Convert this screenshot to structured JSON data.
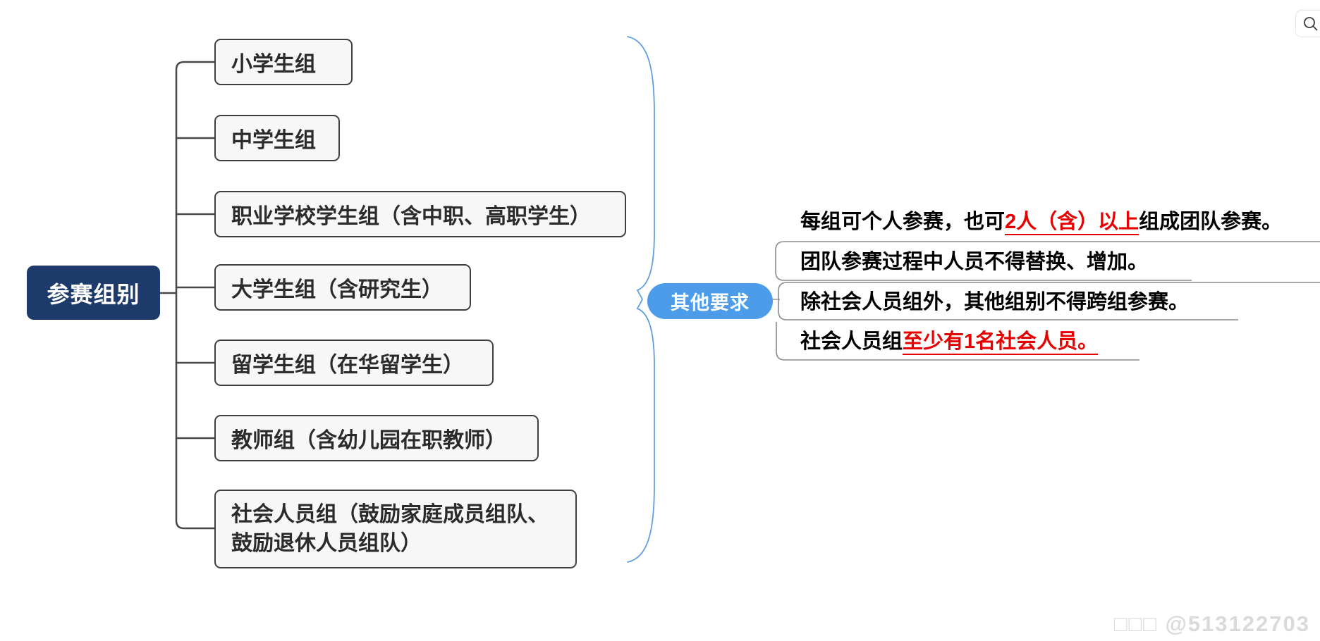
{
  "root": {
    "label": "参赛组别"
  },
  "branches": [
    {
      "label": "小学生组"
    },
    {
      "label": "中学生组"
    },
    {
      "label": "职业学校学生组（含中职、高职学生）"
    },
    {
      "label": "大学生组（含研究生）"
    },
    {
      "label": "留学生组（在华留学生）"
    },
    {
      "label": "教师组（含幼儿园在职教师）"
    },
    {
      "label": "社会人员组（鼓励家庭成员组队、鼓励退休人员组队）"
    }
  ],
  "summary": {
    "label": "其他要求"
  },
  "notes": {
    "line1_black1": "每组可个人参赛，也可",
    "line1_red": "2人（含）以上",
    "line1_black2": "组成团队参赛。",
    "line2": "团队参赛过程中人员不得替换、增加。",
    "line3": "除社会人员组外，其他组别不得跨组参赛。",
    "line4_black": "社会人员组",
    "line4_red": "至少有1名社会人员。"
  },
  "toolbar": {
    "search_icon": "magnifier"
  },
  "watermark": "□□□ @513122703",
  "colors": {
    "root_bg": "#1e3a6b",
    "summary_bg": "#4d9ce9",
    "brace": "#5e9fe3",
    "tree_line": "#484848",
    "node_border": "#3f3f3f",
    "node_fill": "#f7f7f7",
    "note_outline": "#8c8c8c",
    "highlight_red": "#e60000",
    "watermark_gray": "#dadada"
  }
}
